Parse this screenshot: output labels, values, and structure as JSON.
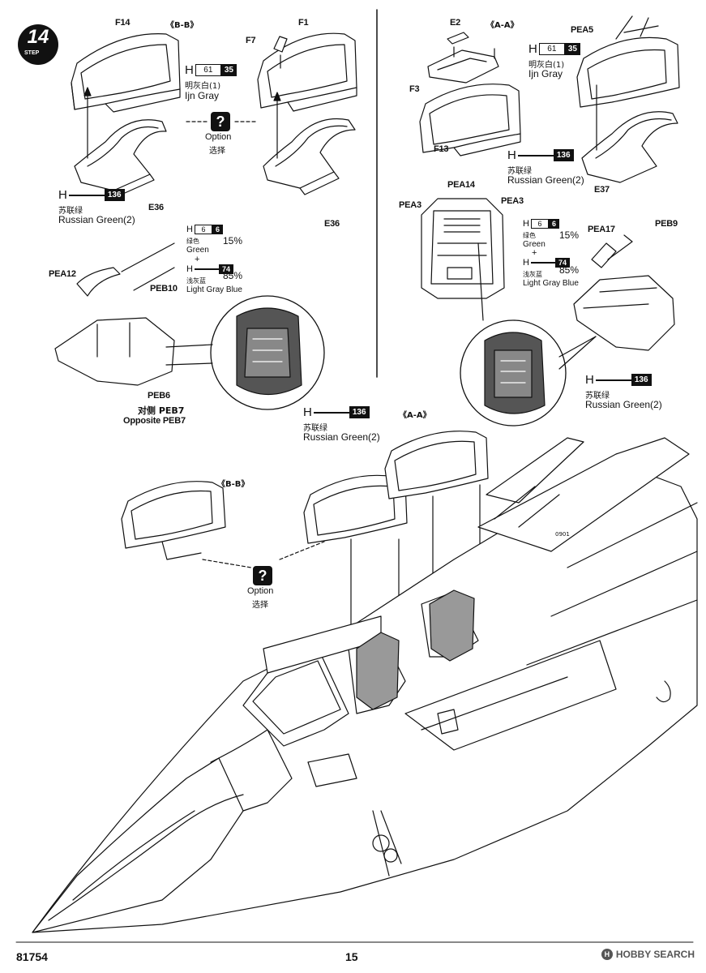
{
  "step": {
    "number": "14",
    "word": "STEP"
  },
  "sections": {
    "bb_top": "《B-B》",
    "aa_top": "《A-A》",
    "aa_main": "《A-A》",
    "bb_main": "《B-B》"
  },
  "parts": {
    "f14": "F14",
    "f1": "F1",
    "f7": "F7",
    "e36_left": "E36",
    "e36_right": "E36",
    "e2": "E2",
    "pea5": "PEA5",
    "f3": "F3",
    "f13": "F13",
    "e37": "E37",
    "pea14": "PEA14",
    "pea3_left": "PEA3",
    "pea3_right": "PEA3",
    "pea17": "PEA17",
    "peb9": "PEB9",
    "pea12": "PEA12",
    "peb10": "PEB10",
    "peb6": "PEB6",
    "opposite_cn": "对侧 PEB7",
    "opposite_en": "Opposite PEB7"
  },
  "option": {
    "icon": "?",
    "en": "Option",
    "cn": "选择"
  },
  "paints": {
    "ijn_gray": {
      "h": "H",
      "code": "61",
      "alt": "35",
      "cn": "明灰白(1)",
      "en": "Ijn Gray"
    },
    "russian_green": {
      "h": "H",
      "code": "136",
      "cn": "苏联绿",
      "en": "Russian Green(2)"
    },
    "green": {
      "h": "H",
      "code": "6",
      "alt": "6",
      "cn": "绿色",
      "en": "Green",
      "pct": "15%"
    },
    "light_gray_blue": {
      "h": "H",
      "code": "74",
      "cn": "浅灰蓝",
      "en": "Light Gray Blue",
      "pct": "85%"
    },
    "plus": "+"
  },
  "footer": {
    "code": "81754",
    "page": "15",
    "watermark": "HOBBY SEARCH",
    "watermark_mark": "H"
  },
  "aircraft_label": "0901"
}
